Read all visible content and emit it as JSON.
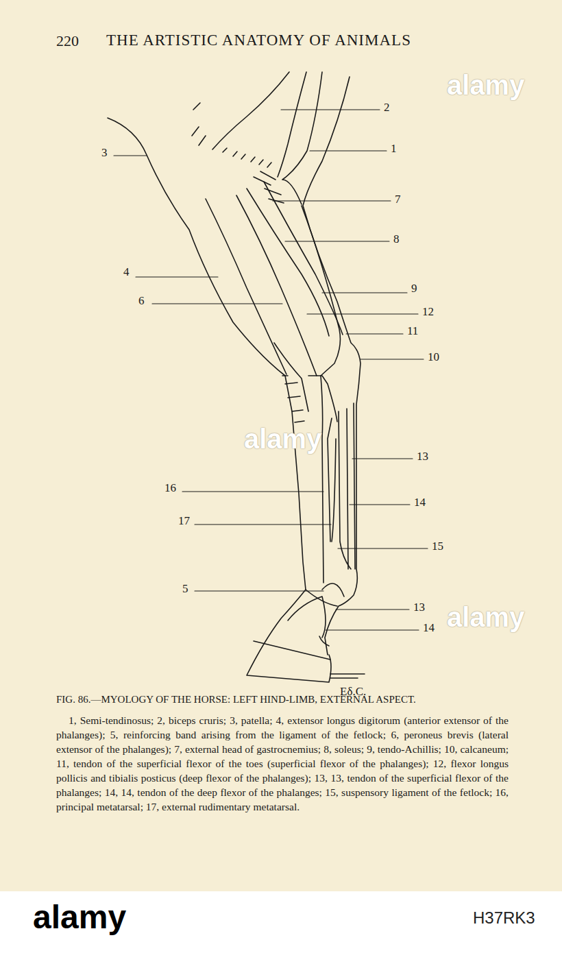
{
  "diagram": {
    "title": "THE ARTISTIC ANATOMY OF ANIMALS",
    "caption": "FIG. 86.—MYOLOGY OF THE HORSE: LEFT HIND-LIMB, EXTERNAL ASPECT.",
    "labels": [
      "220",
      "2",
      "1",
      "3",
      "7",
      "8",
      "4",
      "9",
      "6",
      "12",
      "11",
      "10",
      "13",
      "16",
      "14",
      "17",
      "15",
      "5",
      "13",
      "14",
      "Eδ.C.",
      "1, Semi-tendinosus; 2, biceps cruris; 3, patella; 4, extensor longus digitorum (anterior extensor of the phalanges); 5, reinforcing band arising from the ligament of the fetlock; 6, peroneus brevis (lateral extensor of the phalanges); 7, external head of gastrocnemius; 8, soleus; 9, tendo-Achillis; 10, calcaneum; 11, tendon of the superficial flexor of the toes (superficial flexor of the phalanges); 12, flexor longus pollicis and tibialis posticus (deep flexor of the phalanges); 13, 13, tendon of the superficial flexor of the phalanges; 14, 14, tendon of the deep flexor of the phalanges; 15, suspensory ligament of the fetlock; 16, principal metatarsal; 17, external rudimentary metatarsal.",
      "alamy",
      "alamy",
      "alamy",
      "alamy",
      "H37RK3"
    ]
  }
}
